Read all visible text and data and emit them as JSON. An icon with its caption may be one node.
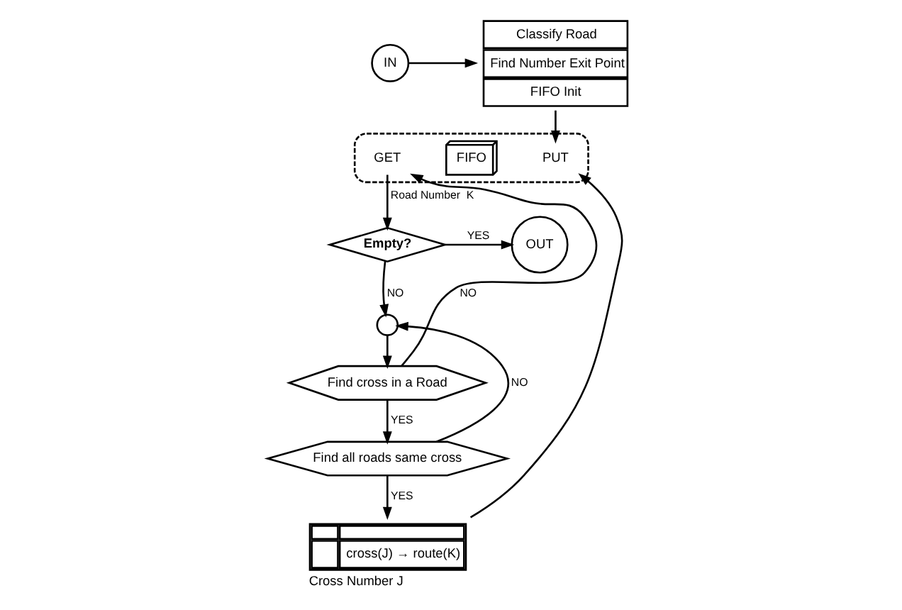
{
  "diagram": {
    "nodes": [
      {
        "text": [
          "IN"
        ]
      },
      {
        "text": [
          "Classify Road",
          "Find Number Exit Point",
          "FIFO Init"
        ]
      },
      {
        "text": [],
        "shape": "box"
      },
      {
        "text": [
          "PUT"
        ],
        "in": 2
      },
      {
        "text": [
          "FIFO"
        ],
        "in": 2
      },
      {
        "text": [
          "GET"
        ],
        "in": 2
      },
      {
        "text": [
          "Empty?"
        ]
      },
      {
        "text": [
          "OUT"
        ]
      },
      {
        "text": [],
        "shape": "circle"
      },
      {
        "text": [
          "Find cross in a Road"
        ]
      },
      {
        "text": [
          "Find all roads same cross"
        ]
      },
      {
        "text": [
          "cross(J) → route(K)"
        ],
        "beside": [
          "Cross Number J"
        ]
      }
    ],
    "edges": [
      {
        "from": 0,
        "to": 1,
        "arrow": "to"
      },
      {
        "from": 1,
        "to": 3,
        "arrow": "to"
      },
      {
        "from": 11,
        "to": 3,
        "arrow": "to"
      },
      {
        "from": 5,
        "to": 6,
        "arrow": "to",
        "label": "Road Number  K"
      },
      {
        "from": 6,
        "to": 7,
        "arrow": "to",
        "label": "YES"
      },
      {
        "from": 6,
        "to": 8,
        "arrow": "to",
        "label": "NO"
      },
      {
        "from": 8,
        "to": 9,
        "arrow": "to"
      },
      {
        "from": 9,
        "to": 5,
        "arrow": "to",
        "label": "NO"
      },
      {
        "from": 9,
        "to": 10,
        "arrow": "to",
        "label": "YES"
      },
      {
        "from": 10,
        "to": 8,
        "arrow": "to",
        "label": "NO"
      },
      {
        "from": 10,
        "to": 11,
        "arrow": "to",
        "label": "YES"
      }
    ]
  }
}
